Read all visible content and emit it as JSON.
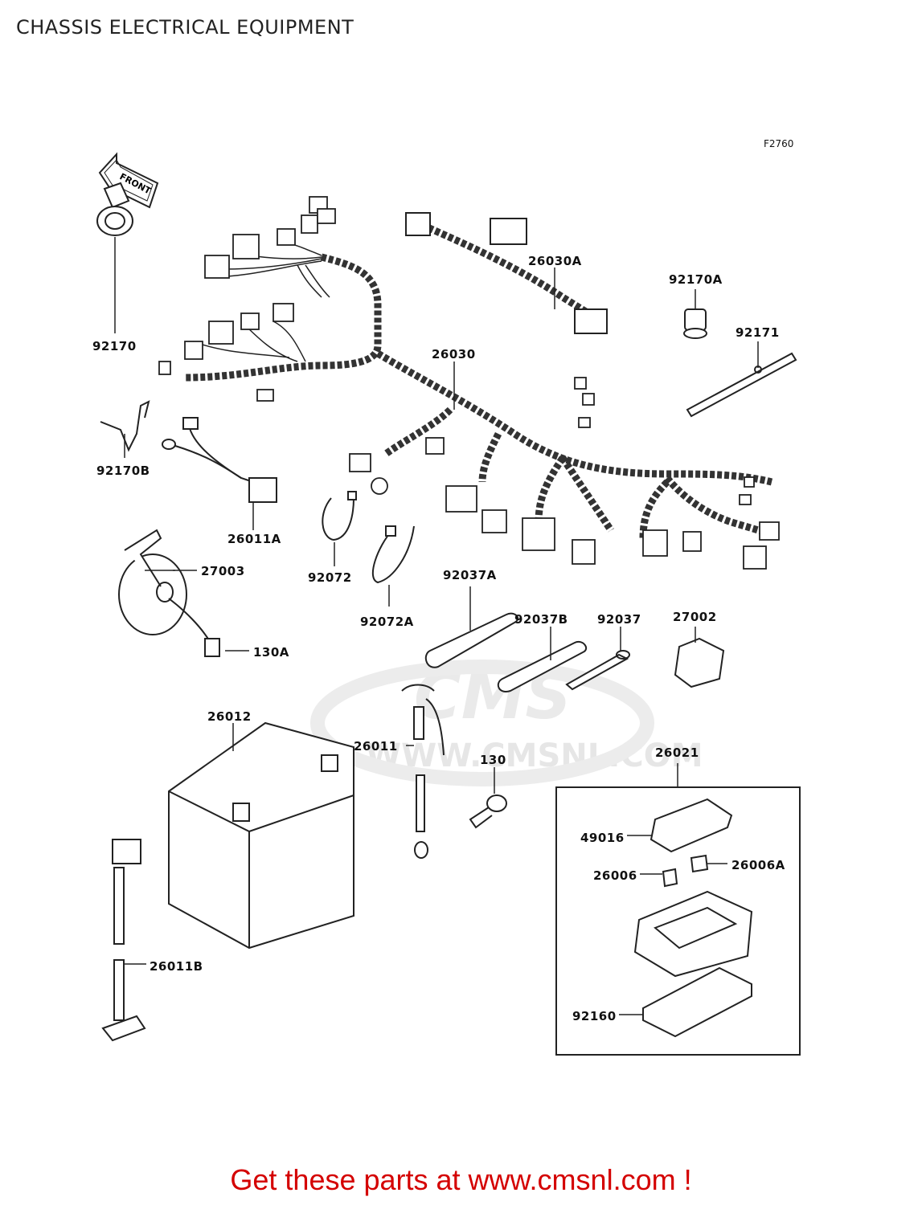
{
  "title": "CHASSIS ELECTRICAL EQUIPMENT",
  "figure_code": "F2760",
  "front_label": "FRONT",
  "watermark": "CMS",
  "watermark_url": "WWW.CMSNL.COM",
  "promo": "Get these parts at www.cmsnl.com !",
  "parts": [
    {
      "ref": "26030A"
    },
    {
      "ref": "92170A"
    },
    {
      "ref": "92171"
    },
    {
      "ref": "92170"
    },
    {
      "ref": "26030"
    },
    {
      "ref": "92170B"
    },
    {
      "ref": "26011A"
    },
    {
      "ref": "27003"
    },
    {
      "ref": "92072"
    },
    {
      "ref": "92037A"
    },
    {
      "ref": "92072A"
    },
    {
      "ref": "92037B"
    },
    {
      "ref": "92037"
    },
    {
      "ref": "27002"
    },
    {
      "ref": "130A"
    },
    {
      "ref": "26012"
    },
    {
      "ref": "26011"
    },
    {
      "ref": "130"
    },
    {
      "ref": "26021"
    },
    {
      "ref": "49016"
    },
    {
      "ref": "26006A"
    },
    {
      "ref": "26006"
    },
    {
      "ref": "26011B"
    },
    {
      "ref": "92160"
    }
  ]
}
